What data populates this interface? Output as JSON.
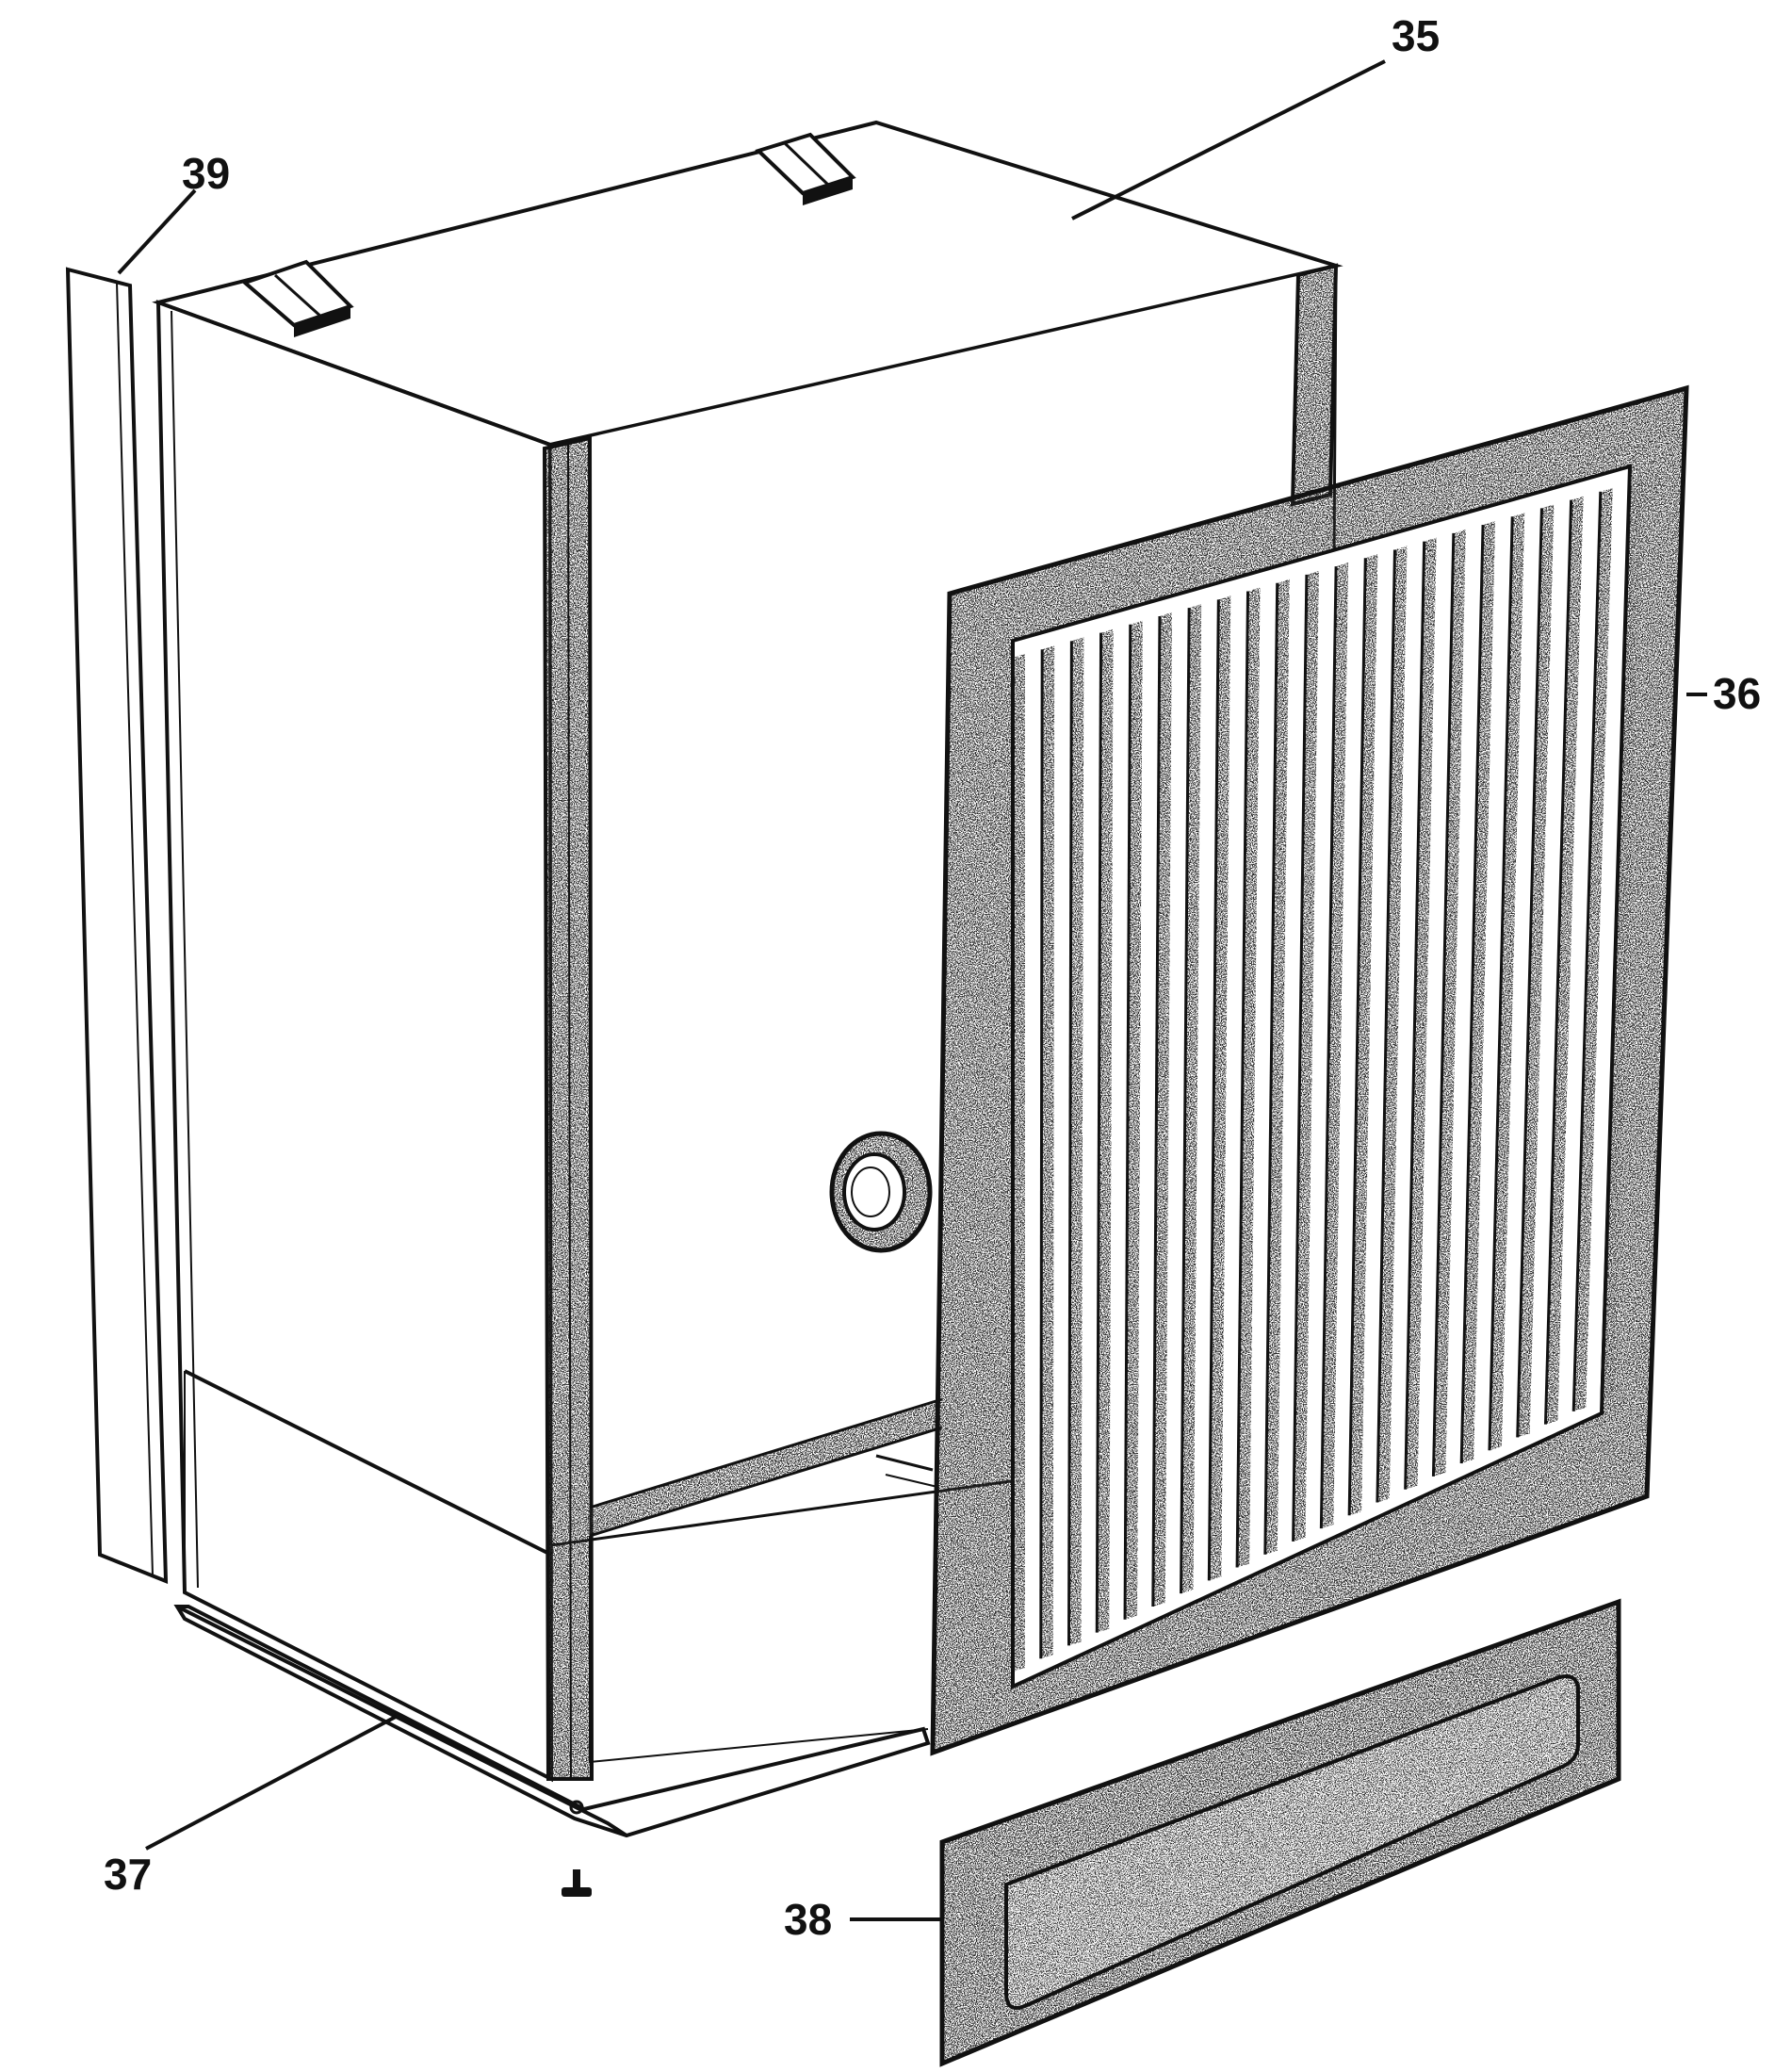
{
  "figure": {
    "callouts": [
      {
        "id": "35",
        "label": "35"
      },
      {
        "id": "36",
        "label": "36"
      },
      {
        "id": "37",
        "label": "37"
      },
      {
        "id": "38",
        "label": "38"
      },
      {
        "id": "39",
        "label": "39"
      }
    ]
  },
  "colors": {
    "ink": "#111111",
    "paper": "#ffffff",
    "speckle": "#1a1a1a"
  }
}
